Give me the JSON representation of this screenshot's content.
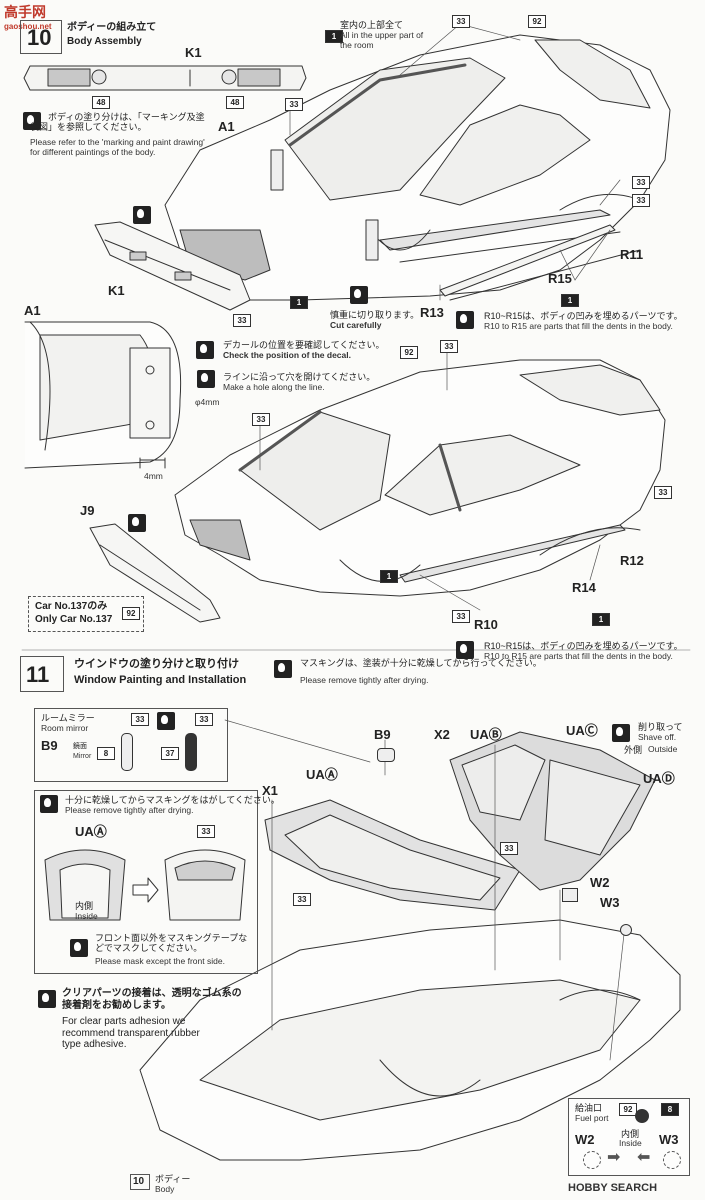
{
  "watermark": {
    "site": "高手网",
    "domain": "gaoshou.net"
  },
  "step10": {
    "number": "10",
    "title_jp": "ボディーの組み立て",
    "title_en": "Body Assembly"
  },
  "step11": {
    "number": "11",
    "title_jp": "ウインドウの塗り分けと取り付け",
    "title_en": "Window Painting and Installation",
    "mask_jp": "マスキングは、塗装が十分に乾燥してから行ってください。",
    "mask_en": "Please remove tightly after drying."
  },
  "notes": {
    "paint_jp": "ボディの塗り分けは、「マーキング及塗装図」を参照してください。",
    "paint_en": "Please refer to the 'marking and paint drawing' for different paintings of the body.",
    "room_jp": "室内の上部全て",
    "room_en": "All in the upper part of the room",
    "cut_jp": "慎重に切り取ります。",
    "cut_en": "Cut carefully",
    "dents1_jp": "R10~R15は、ボディの凹みを埋めるパーツです。",
    "dents1_en": "R10 to R15 are parts that fill the dents in the body.",
    "dents2_jp": "R10~R15は、ボディの凹みを埋めるパーツです。",
    "dents2_en": "R10 to R15 are parts that fill the dents in the body.",
    "decal_jp": "デカールの位置を要確認してください。",
    "decal_en": "Check the position of the decal.",
    "hole_jp": "ラインに沿って穴を開けてください。",
    "hole_en": "Make a hole along the line.",
    "hole_size": "φ4mm",
    "dim": "4mm",
    "only_car_jp": "Car No.137のみ",
    "only_car_en": "Only Car No.137",
    "shave_jp": "削り取って",
    "shave_en": "Shave off.",
    "outside_jp": "外側",
    "outside_en": "Outside",
    "mirror_jp": "ルームミラー",
    "mirror_en": "Room mirror",
    "mirror_part_jp": "鏡面",
    "mirror_part_en": "Mirror",
    "dry_jp": "十分に乾燥してからマスキングをはがしてください。",
    "dry_en": "Please remove tightly after drying.",
    "inside_jp": "内側",
    "inside_en": "Inside",
    "front_jp": "フロント面以外をマスキングテープなどでマスクしてください。",
    "front_en": "Please mask except the front side.",
    "clear_jp": "クリアパーツの接着は、透明なゴム系の接着剤をお勧めします。",
    "clear_en": "For clear parts adhesion we recommend transparent rubber type adhesive.",
    "fuel_jp": "給油口",
    "fuel_en": "Fuel port",
    "fuel_inside_jp": "内側",
    "fuel_inside_en": "Inside",
    "body_jp": "ボディー",
    "body_en": "Body"
  },
  "parts": {
    "K1": "K1",
    "A1": "A1",
    "J9": "J9",
    "R10": "R10",
    "R11": "R11",
    "R12": "R12",
    "R13": "R13",
    "R14": "R14",
    "R15": "R15",
    "B9": "B9",
    "X1": "X1",
    "X2": "X2",
    "UAA": "UAⒶ",
    "UAB": "UAⒷ",
    "UAC": "UAⒸ",
    "UAD": "UAⒹ",
    "W2": "W2",
    "W3": "W3"
  },
  "colors": {
    "c33": "33",
    "c92": "92",
    "c48": "48",
    "c1": "1",
    "c8": "8",
    "c37": "37",
    "c10": "10"
  },
  "footer": {
    "brand": "HOBBY SEARCH"
  }
}
